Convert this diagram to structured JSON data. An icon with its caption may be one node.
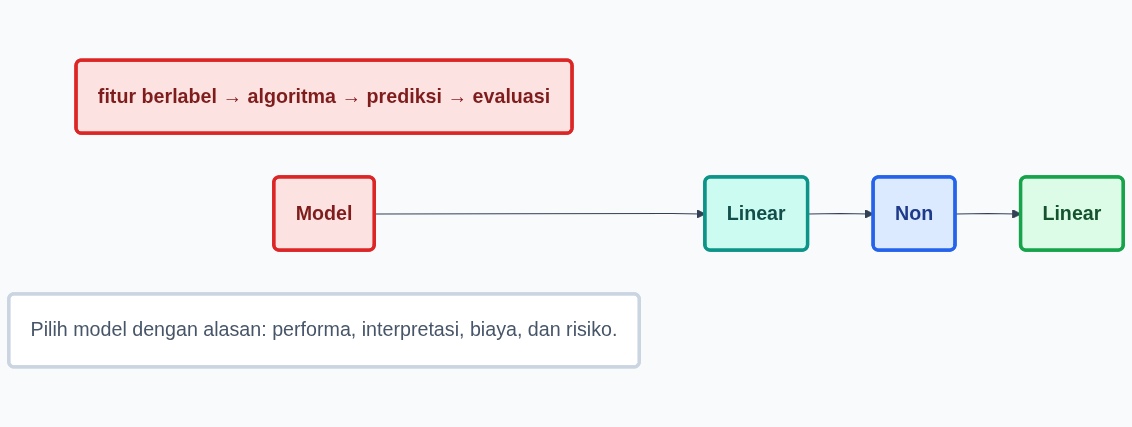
{
  "diagram": {
    "nodes": [
      {
        "text": [
          "fitur berlabel → algoritma → prediksi → evaluasi"
        ]
      },
      {
        "text": [
          "Model"
        ]
      },
      {
        "text": [
          "Linear"
        ]
      },
      {
        "text": [
          "Non"
        ]
      },
      {
        "text": [
          "Linear"
        ]
      },
      {
        "text": [
          "Pilih model dengan alasan: performa, interpretasi, biaya, dan risiko."
        ]
      }
    ],
    "edges": [
      {
        "from": 1,
        "to": 2,
        "arrow": "to"
      },
      {
        "from": 2,
        "to": 3,
        "arrow": "to"
      },
      {
        "from": 3,
        "to": 4,
        "arrow": "to"
      }
    ]
  }
}
